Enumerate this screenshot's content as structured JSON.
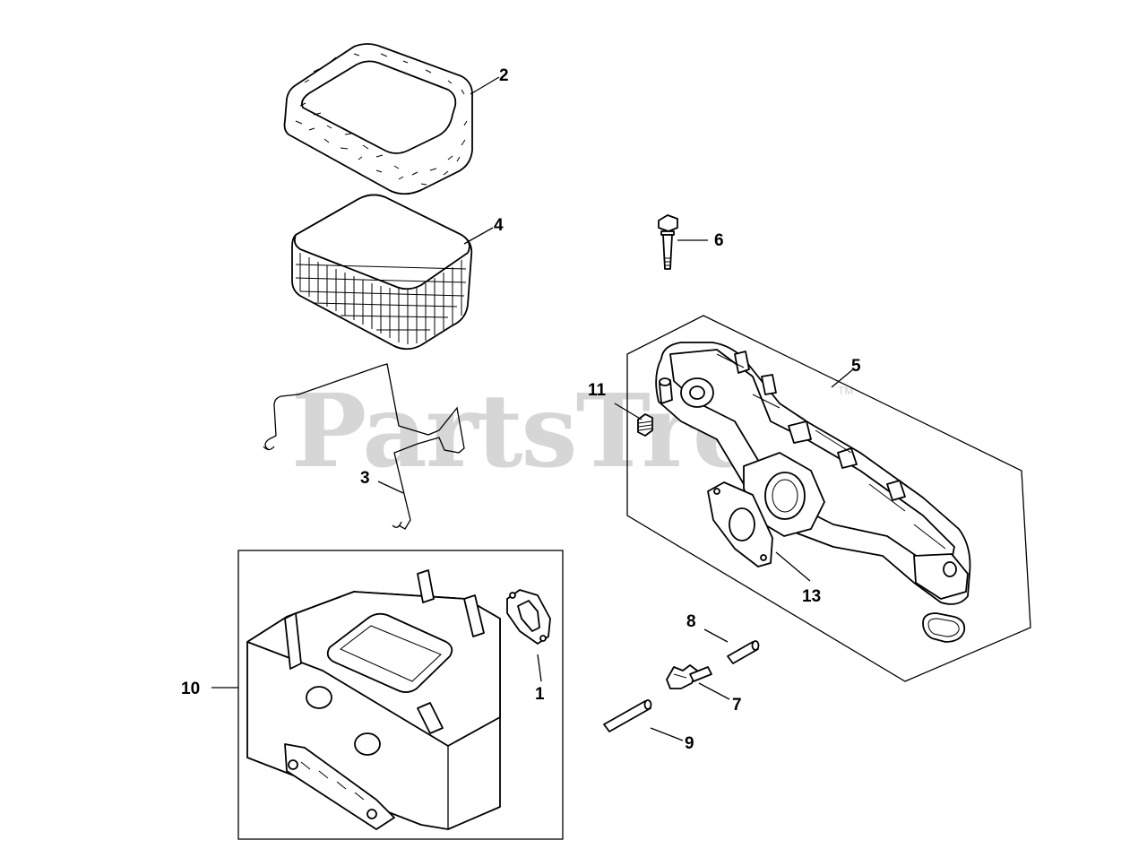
{
  "watermark": {
    "text": "PartsTree",
    "trademark": "TM"
  },
  "callouts": {
    "c1": "1",
    "c2": "2",
    "c3": "3",
    "c4": "4",
    "c5": "5",
    "c6": "6",
    "c7": "7",
    "c8": "8",
    "c9": "9",
    "c10": "10",
    "c11": "11",
    "c13": "13"
  },
  "parts": [
    {
      "id": "1",
      "name": "gasket"
    },
    {
      "id": "2",
      "name": "precleaner"
    },
    {
      "id": "3",
      "name": "wire-retainer"
    },
    {
      "id": "4",
      "name": "air-filter-element"
    },
    {
      "id": "5",
      "name": "intake-manifold-assembly"
    },
    {
      "id": "6",
      "name": "bolt"
    },
    {
      "id": "7",
      "name": "bracket"
    },
    {
      "id": "8",
      "name": "pin-short"
    },
    {
      "id": "9",
      "name": "pin-long"
    },
    {
      "id": "10",
      "name": "air-cleaner-base"
    },
    {
      "id": "11",
      "name": "plug"
    },
    {
      "id": "13",
      "name": "manifold-gasket"
    }
  ]
}
